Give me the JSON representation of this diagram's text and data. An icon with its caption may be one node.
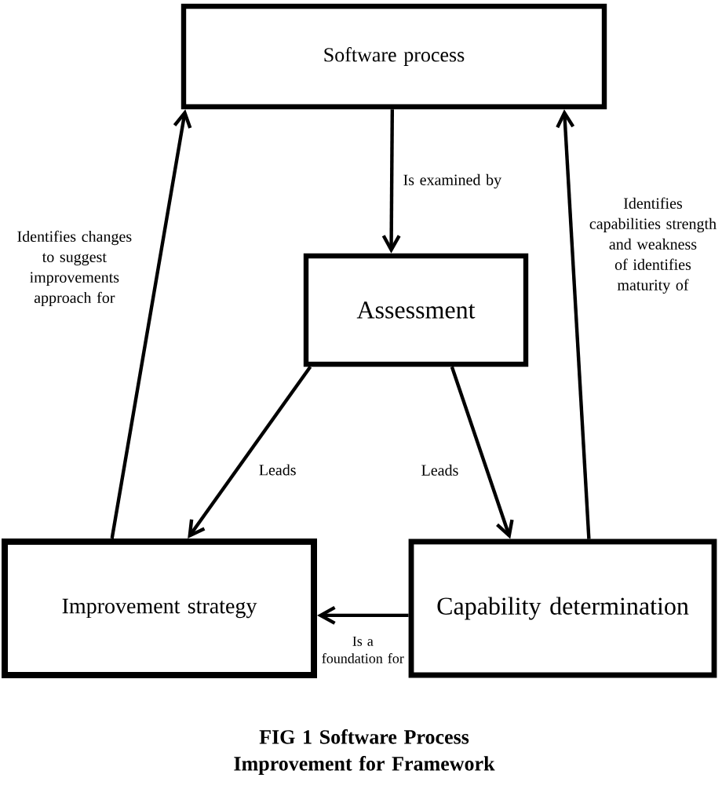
{
  "diagram": {
    "caption": "FIG 1 Software Process Improvement for Framework",
    "nodes": [
      {
        "text": [
          "Software process"
        ]
      },
      {
        "text": [
          "Assessment"
        ]
      },
      {
        "text": [
          "Improvement strategy"
        ]
      },
      {
        "text": [
          "Capability determination"
        ]
      }
    ],
    "edges": [
      {
        "from": 0,
        "to": 1,
        "arrow": "to",
        "label": "Is examined by"
      },
      {
        "from": 1,
        "to": 2,
        "arrow": "to",
        "label": "Leads"
      },
      {
        "from": 1,
        "to": 3,
        "arrow": "to",
        "label": "Leads"
      },
      {
        "from": 2,
        "to": 0,
        "arrow": "to",
        "label": "Identifies changes to suggest improvements approach for"
      },
      {
        "from": 3,
        "to": 0,
        "arrow": "to",
        "label": "Identifies capabilities strength and weakness of identifies maturity of"
      },
      {
        "from": 3,
        "to": 2,
        "arrow": "to",
        "label": "Is a foundation for"
      }
    ]
  }
}
